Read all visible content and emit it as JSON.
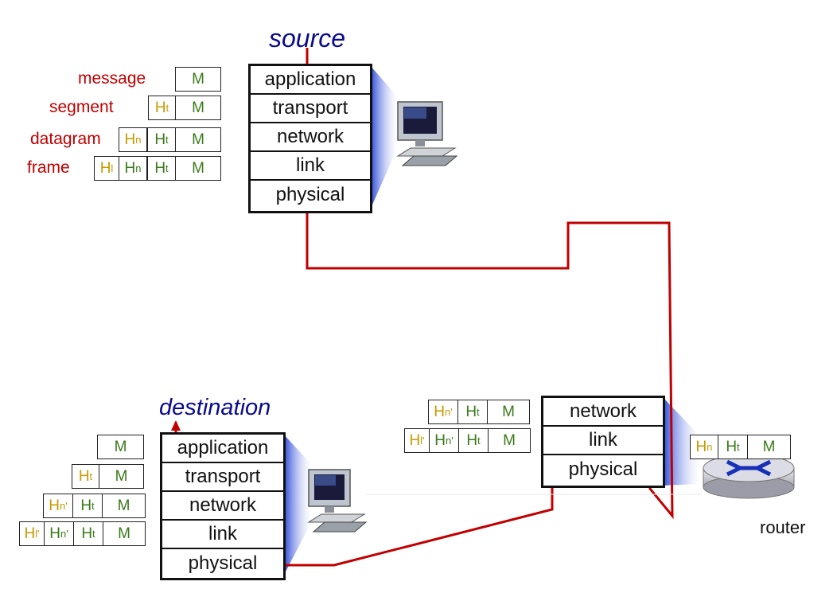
{
  "source": {
    "title": "source",
    "layers": [
      "application",
      "transport",
      "network",
      "link",
      "physical"
    ]
  },
  "destination": {
    "title": "destination",
    "layers": [
      "application",
      "transport",
      "network",
      "link",
      "physical"
    ]
  },
  "router": {
    "label": "router",
    "layers": [
      "network",
      "link",
      "physical"
    ]
  },
  "pdu_labels": {
    "message": "message",
    "segment": "segment",
    "datagram": "datagram",
    "frame": "frame"
  },
  "fields": {
    "M": "M",
    "H": "H",
    "t": "t",
    "n": "n",
    "l": "l",
    "n_prime": "n'",
    "l_prime": "l'"
  },
  "colors": {
    "path": "#c00000",
    "title": "#0a0a8c",
    "header_yellow": "#c79a00",
    "header_green": "#3a7a1a",
    "label_red": "#c00000"
  }
}
